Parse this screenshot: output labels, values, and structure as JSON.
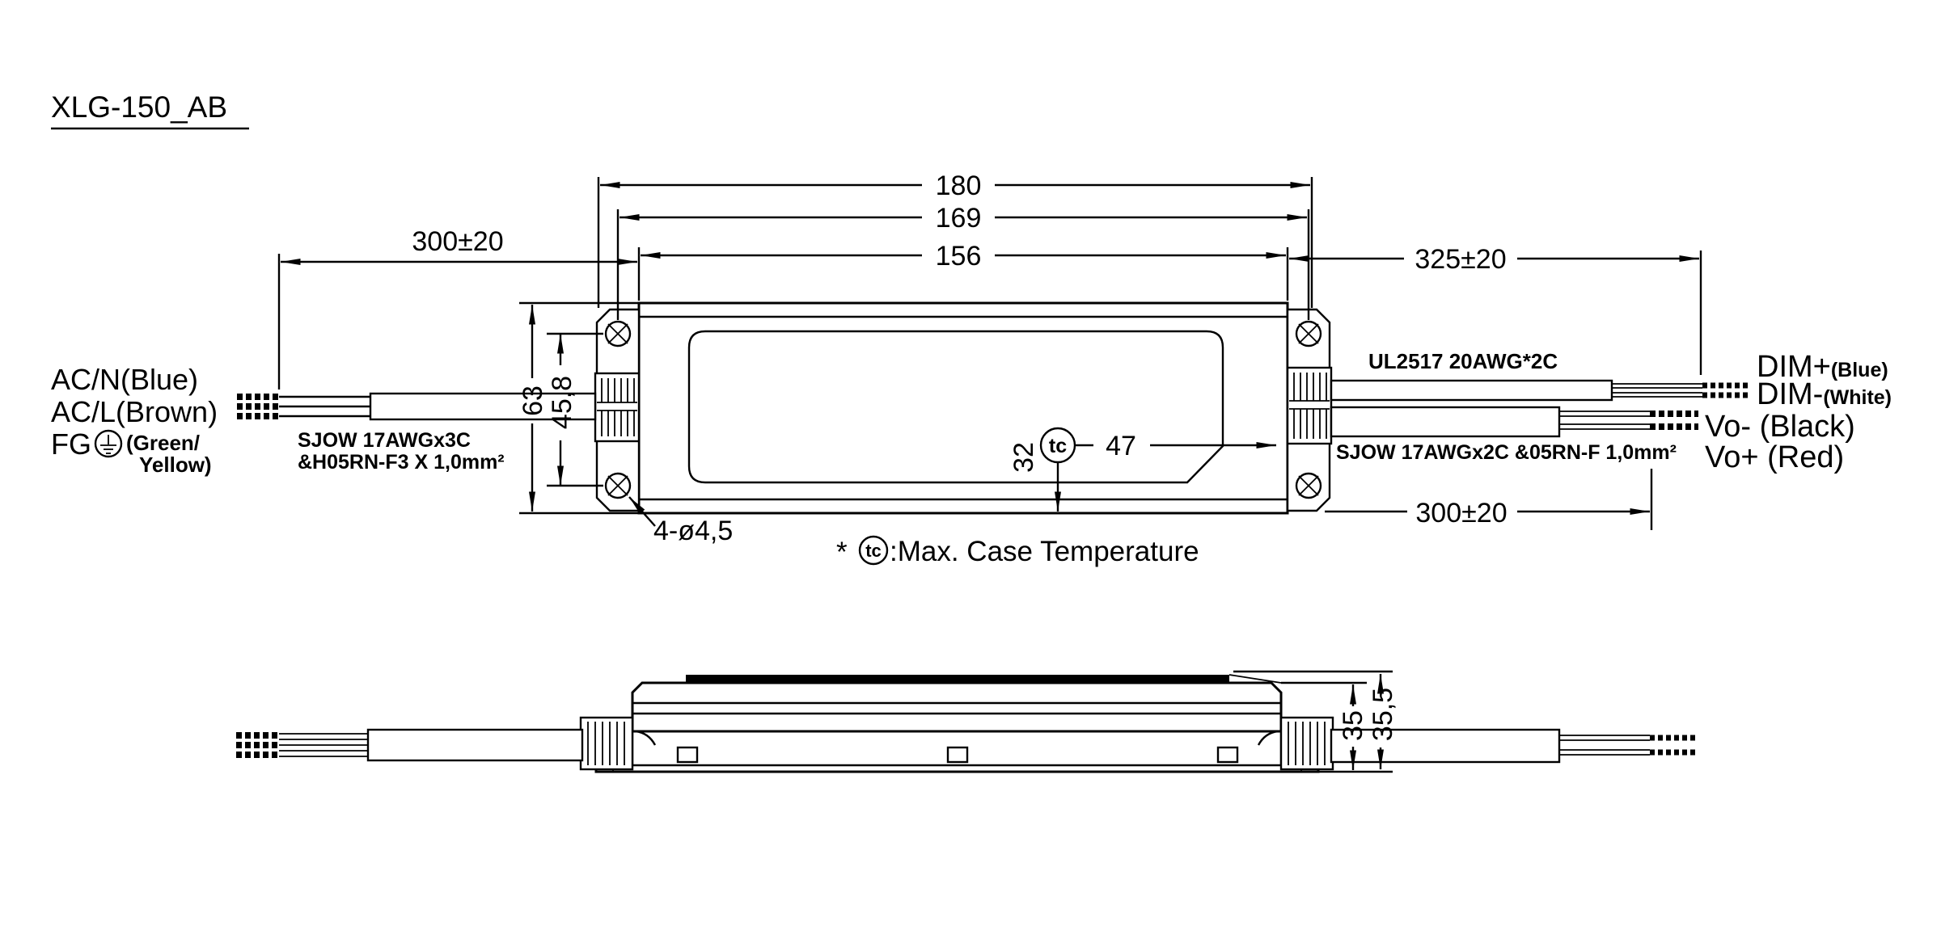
{
  "drawing": {
    "title": "XLG-150_AB",
    "note": {
      "prefix": "*",
      "tc_symbol": "tc",
      "text": ":Max. Case Temperature"
    }
  },
  "top_view": {
    "dims": {
      "overall_length": "180",
      "mounting_hole_pitch": "169",
      "body_length": "156",
      "input_cable_length": "300±20",
      "dim_cable_length": "325±20",
      "output_cable_length": "300±20",
      "case_width": "63",
      "mounting_hole_width_pitch": "45,8",
      "tc_offset_bottom": "32",
      "tc_offset_right": "47",
      "mounting_holes": "4-ø4,5",
      "tc_symbol": "tc"
    },
    "input_wires": {
      "ac_n": "AC/N(Blue)",
      "ac_l": "AC/L(Brown)",
      "fg": "FG",
      "fg_color_line1": "(Green/",
      "fg_color_line2": "Yellow)",
      "cable_spec_line1": "SJOW 17AWGx3C",
      "cable_spec_line2": "&H05RN-F3 X 1,0mm²"
    },
    "dim_wires": {
      "cable_spec": "UL2517 20AWG*2C",
      "dim_plus": "DIM+",
      "dim_plus_color": "(Blue)",
      "dim_minus": "DIM-",
      "dim_minus_color": "(White)"
    },
    "output_wires": {
      "vo_minus": "Vo- (Black)",
      "vo_plus": "Vo+ (Red)",
      "cable_spec": "SJOW 17AWGx2C &05RN-F 1,0mm²"
    }
  },
  "side_view": {
    "dims": {
      "case_height": "35",
      "overall_height": "35,5"
    }
  },
  "colors": {
    "ink": "#000000",
    "paper": "#ffffff"
  }
}
